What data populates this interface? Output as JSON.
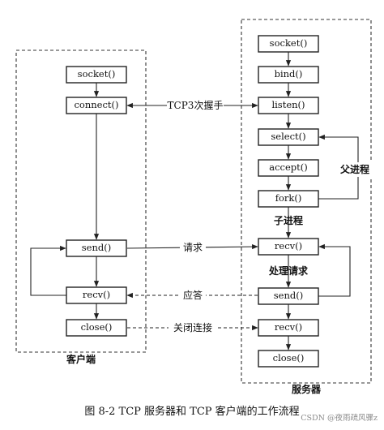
{
  "client": {
    "group_label": "客户端",
    "boxes": {
      "socket": "socket()",
      "connect": "connect()",
      "send": "send()",
      "recv": "recv()",
      "close": "close()"
    }
  },
  "server": {
    "group_label": "服务器",
    "boxes": {
      "socket": "socket()",
      "bind": "bind()",
      "listen": "listen()",
      "select": "select()",
      "accept": "accept()",
      "fork": "fork()",
      "recv1": "recv()",
      "send": "send()",
      "recv2": "recv()",
      "close": "close()"
    },
    "annotations": {
      "parent": "父进程",
      "child": "子进程",
      "process": "处理请求"
    }
  },
  "links": {
    "handshake": "TCP3次握手",
    "request": "请求",
    "reply": "应答",
    "close": "关闭连接"
  },
  "caption": "图 8-2    TCP 服务器和 TCP 客户端的工作流程",
  "watermark": "CSDN @夜雨疏风骤z"
}
